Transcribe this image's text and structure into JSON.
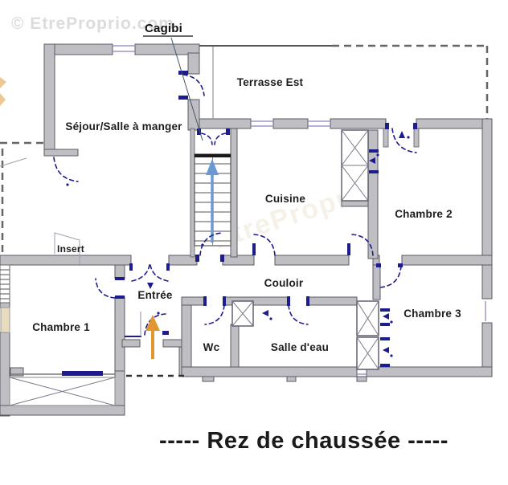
{
  "watermark": "© EtreProprio.com",
  "watermark_faint": "EtreProprio",
  "callout": {
    "cagibi": "Cagibi"
  },
  "rooms": {
    "terrasse": "Terrasse Est",
    "sejour": "Séjour/Salle à manger",
    "cuisine": "Cuisine",
    "chambre2": "Chambre 2",
    "chambre3": "Chambre 3",
    "chambre1": "Chambre 1",
    "couloir": "Couloir",
    "entree": "Entrée",
    "wc": "Wc",
    "salle_eau": "Salle d'eau",
    "insert": "Insert"
  },
  "title": "-----  Rez de chaussée  -----",
  "colors": {
    "wall_fill": "#bfbfc3",
    "wall_outline": "#5a5a64",
    "door_swing": "#1c1c8f",
    "stairs_arrow": "#6b99d4",
    "entrance_arrow": "#e2962f",
    "label_text": "#1d1d1d",
    "watermark": "#dcdcdc",
    "background": "#ffffff"
  }
}
